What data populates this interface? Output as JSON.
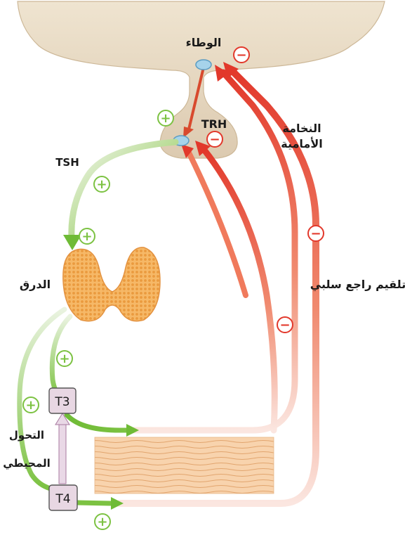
{
  "labels": {
    "hypothalamus": "الوطاء",
    "trh": "TRH",
    "anterior_pituitary_line1": "النخامة",
    "anterior_pituitary_line2": "الأمامية",
    "tsh": "TSH",
    "thyroid": "الدرق",
    "negative_feedback": "تلقيم راجع سلبي",
    "t3": "T3",
    "t4": "T4",
    "peripheral_line1": "التحول",
    "peripheral_line2": "المحيطي"
  },
  "signs": {
    "plus": "+",
    "minus": "−"
  },
  "colors": {
    "stimulation": "#7cc242",
    "inhibition": "#e2382b",
    "tissue": "#f6cda1",
    "thyroid": "#f3a44a",
    "brain": "#e9dcc5",
    "hormone_box": "#e8d7e3"
  }
}
